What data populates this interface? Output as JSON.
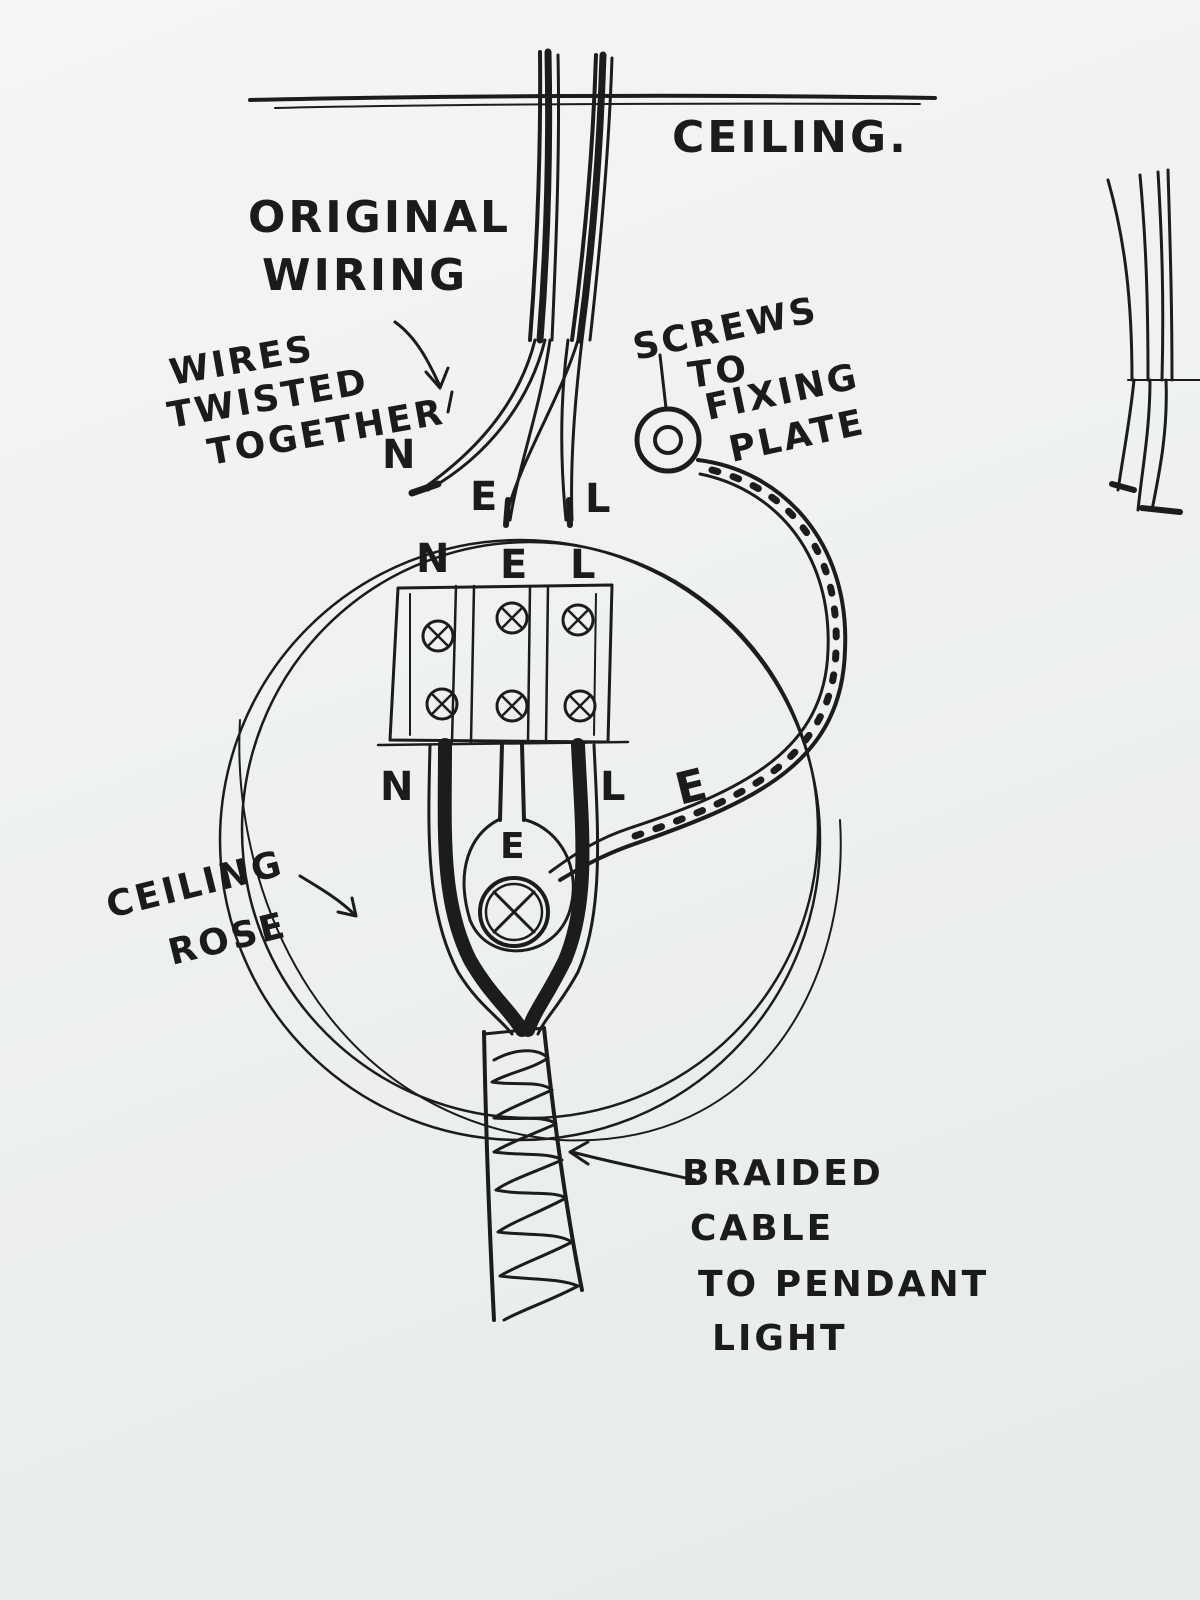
{
  "labels": {
    "ceiling": "CEILING.",
    "original_wiring_1": "ORIGINAL",
    "original_wiring_2": "WIRING",
    "wires_twisted_1": "WIRES",
    "wires_twisted_2": "TWISTED",
    "wires_twisted_3": "TOGETHER",
    "screws_1": "SCREWS",
    "screws_2": "TO",
    "screws_3": "FIXING",
    "screws_4": "PLATE",
    "ceiling_rose_1": "CEILING",
    "ceiling_rose_2": "ROSE",
    "braided_1": "BRAIDED",
    "braided_2": "CABLE",
    "braided_3": "TO PENDANT",
    "braided_4": "LIGHT"
  },
  "terminals": {
    "top_wire_n": "N",
    "top_wire_e": "E",
    "top_wire_l": "L",
    "block_top_n": "N",
    "block_top_e": "E",
    "block_top_l": "L",
    "block_bottom_n": "N",
    "block_bottom_l": "L",
    "earth_screw_e": "E",
    "earth_wire_e": "E"
  }
}
